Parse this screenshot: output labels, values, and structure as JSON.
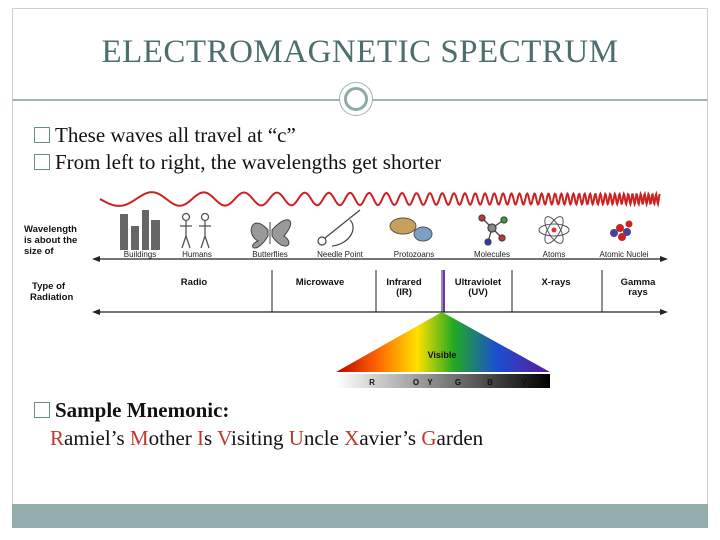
{
  "slide": {
    "title": "ELECTROMAGNETIC SPECTRUM",
    "bullets": [
      "These waves all travel at “c”",
      "From left to right, the wavelengths get shorter"
    ],
    "mnemonic_heading": "Sample Mnemonic:",
    "mnemonic_words": [
      {
        "first": "R",
        "rest": "amiel’s"
      },
      {
        "first": "M",
        "rest": "other"
      },
      {
        "first": "I",
        "rest": "s"
      },
      {
        "first": "V",
        "rest": "isiting"
      },
      {
        "first": "U",
        "rest": "ncle"
      },
      {
        "first": "X",
        "rest": "avier’s"
      },
      {
        "first": "G",
        "rest": "arden"
      }
    ]
  },
  "diagram": {
    "wavelength_label": [
      "Wavelength",
      "is about the",
      "size of"
    ],
    "type_label": [
      "Type of",
      "Radiation"
    ],
    "objects": [
      "Buildings",
      "Humans",
      "Butterflies",
      "Needle Point",
      "Protozoans",
      "Molecules",
      "Atoms",
      "Atomic Nuclei"
    ],
    "radiation_types": [
      [
        "Radio"
      ],
      [
        "Microwave"
      ],
      [
        "Infrared",
        "(IR)"
      ],
      [
        "Ultraviolet",
        "(UV)"
      ],
      [
        "X-rays"
      ],
      [
        "Gamma",
        "rays"
      ]
    ],
    "visible_label": "Visible",
    "visible_colors": [
      "R",
      "O",
      "Y",
      "G",
      "B",
      "V"
    ]
  },
  "colors": {
    "title": "#4d6e6e",
    "accent": "#93adad",
    "mnemonic_letter": "#c0392b",
    "wave": "#cc2222"
  }
}
